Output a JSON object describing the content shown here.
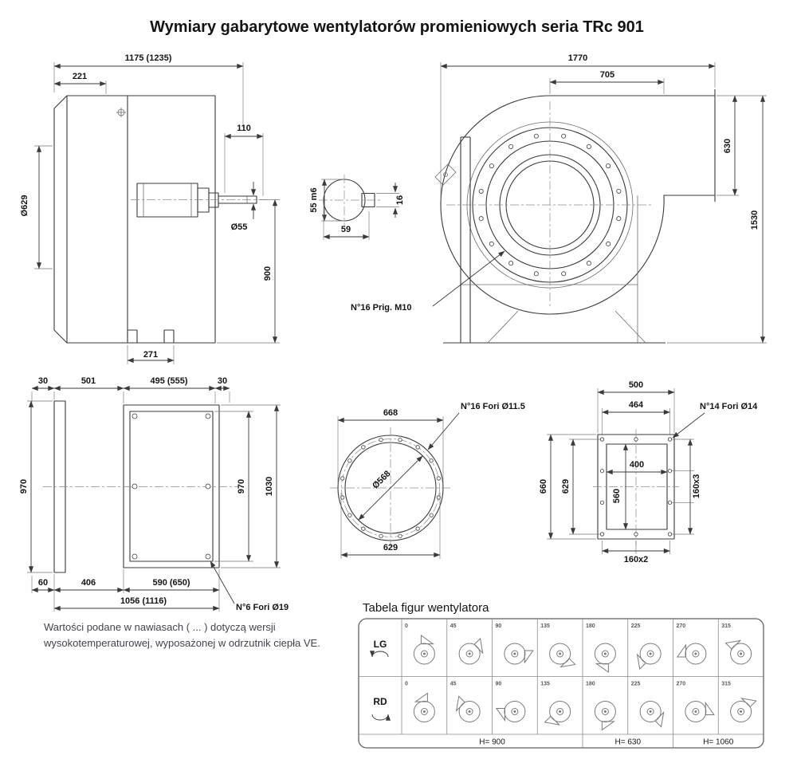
{
  "page": {
    "title": "Wymiary gabarytowe wentylatorów promieniowych seria TRc 901"
  },
  "side_view": {
    "total_length": "1175 (1235)",
    "inlet_offset": "221",
    "shaft_ext": "110",
    "inlet_dia": "Ø629",
    "shaft_dia": "Ø55",
    "axis_height": "900",
    "foot_spacing": "271"
  },
  "shaft_detail": {
    "dia_tol": "55 m6",
    "key_width": "16",
    "shaft_width": "59"
  },
  "front_view": {
    "total_width": "1770",
    "outlet_offset": "705",
    "outlet_height": "630",
    "total_height": "1530",
    "holes_note": "N°16 Prig. M10"
  },
  "base_view": {
    "top": [
      "30",
      "501",
      "495 (555)",
      "30"
    ],
    "left_height": "970",
    "inner_height": "970",
    "outer_height": "1030",
    "bottom": [
      "60",
      "406",
      "590 (650)"
    ],
    "bottom_total": "1056 (1116)",
    "holes_note": "N°6 Fori Ø19"
  },
  "inlet_flange": {
    "outer_dia": "668",
    "inner_dia": "Ø568",
    "bolt_circle": "629",
    "holes_note": "N°16 Fori Ø11.5"
  },
  "outlet_flange": {
    "outer_width": "500",
    "bolt_width": "464",
    "inner_width": "400",
    "inner_height": "560",
    "outer_height": "660",
    "bolt_height": "629",
    "pitch_v": "160x3",
    "pitch_h": "160x2",
    "holes_note": "N°14 Fori Ø14"
  },
  "note": {
    "line1": "Wartości podane w nawiasach ( ... ) dotyczą wersji",
    "line2": "wysokotemperaturowej, wyposażonej w odrzutnik ciepła VE."
  },
  "figure_table": {
    "title": "Tabela figur wentylatora",
    "row_labels": [
      "LG",
      "RD"
    ],
    "angles": [
      "0",
      "45",
      "90",
      "135",
      "180",
      "225",
      "270",
      "315"
    ],
    "heights": [
      "H= 900",
      "H= 630",
      "H= 1060"
    ]
  }
}
